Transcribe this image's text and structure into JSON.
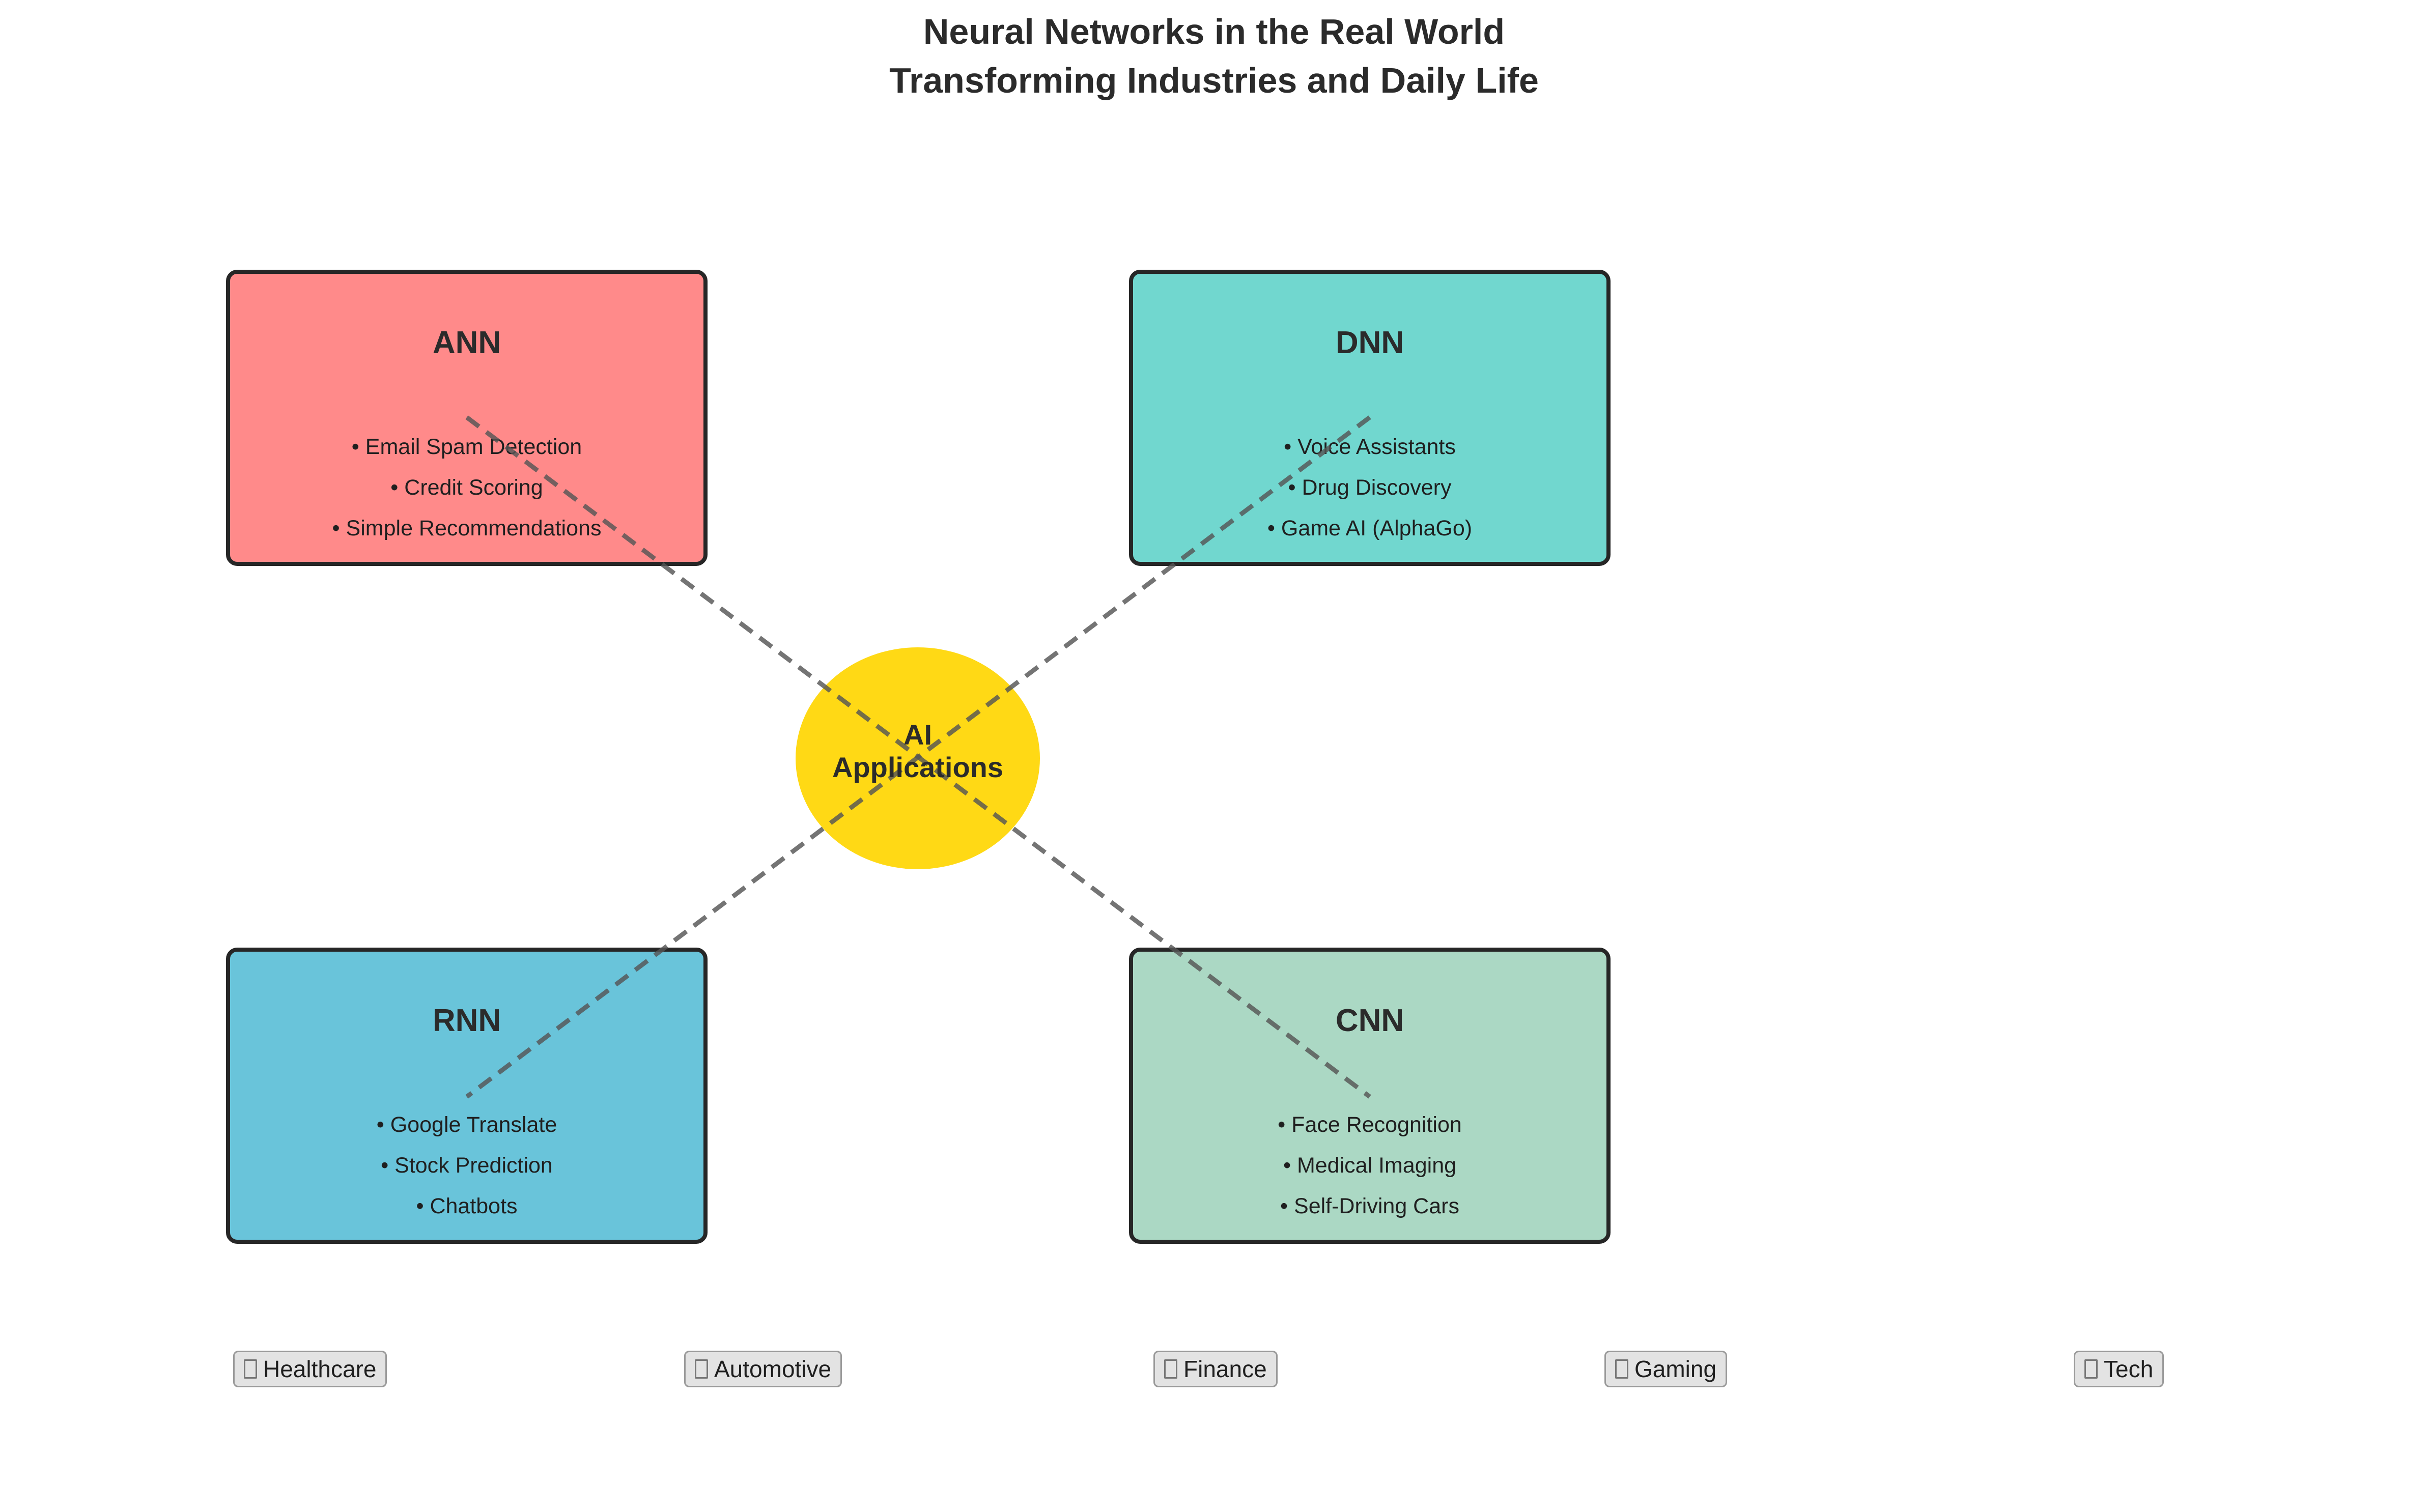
{
  "title": {
    "line1": "Neural Networks in the Real World",
    "line2": "Transforming Industries and Daily Life"
  },
  "center": {
    "line1": "AI",
    "line2": "Applications",
    "color": "#FFD915"
  },
  "networks": [
    {
      "name": "ANN",
      "color": "#FF8A8A",
      "applications": [
        "• Email Spam Detection",
        "• Credit Scoring",
        "• Simple Recommendations"
      ]
    },
    {
      "name": "DNN",
      "color": "#71D7CF",
      "applications": [
        "• Voice Assistants",
        "• Drug Discovery",
        "• Game AI (AlphaGo)"
      ]
    },
    {
      "name": "RNN",
      "color": "#69C4DA",
      "applications": [
        "• Google Translate",
        "• Stock Prediction",
        "• Chatbots"
      ]
    },
    {
      "name": "CNN",
      "color": "#ABD8C4",
      "applications": [
        "• Face Recognition",
        "• Medical Imaging",
        "• Self-Driving Cars"
      ]
    }
  ],
  "industries": [
    {
      "label": "Healthcare",
      "icon": "missing-glyph-icon"
    },
    {
      "label": "Automotive",
      "icon": "missing-glyph-icon"
    },
    {
      "label": "Finance",
      "icon": "missing-glyph-icon"
    },
    {
      "label": "Gaming",
      "icon": "missing-glyph-icon"
    },
    {
      "label": "Tech",
      "icon": "missing-glyph-icon"
    }
  ],
  "connector_color": "#555555"
}
